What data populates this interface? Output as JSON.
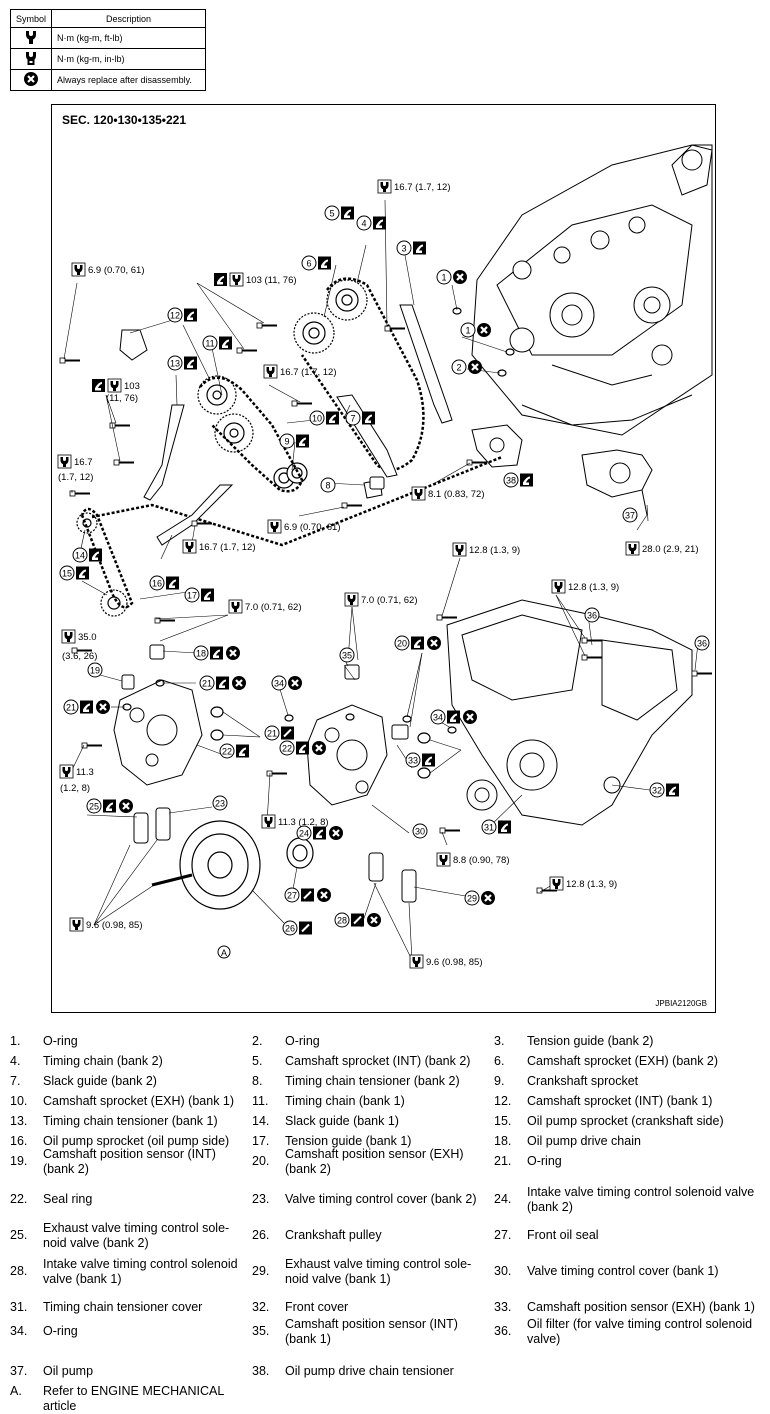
{
  "legend": {
    "header_symbol": "Symbol",
    "header_description": "Description",
    "rows": [
      {
        "icon": "torque-wrench-icon",
        "description": "N·m (kg-m, ft-lb)"
      },
      {
        "icon": "torque-wrench-inlb-icon",
        "description": "N·m (kg-m, in-lb)"
      },
      {
        "icon": "always-replace-icon",
        "description": "Always replace after disassembly."
      }
    ]
  },
  "diagram": {
    "section": "SEC. 120•130•135•221",
    "code": "JPBIA2120GB",
    "callouts": [
      "1",
      "1",
      "2",
      "3",
      "4",
      "5",
      "6",
      "7",
      "8",
      "9",
      "10",
      "11",
      "12",
      "13",
      "14",
      "15",
      "16",
      "17",
      "18",
      "19",
      "20",
      "21",
      "21",
      "21",
      "22",
      "22",
      "23",
      "24",
      "25",
      "26",
      "27",
      "28",
      "29",
      "30",
      "31",
      "32",
      "33",
      "34",
      "34",
      "35",
      "36",
      "36",
      "37",
      "38"
    ],
    "torques": [
      "16.7 (1.7, 12)",
      "6.9 (0.70, 61)",
      "103 (11, 76)",
      "16.7 (1.7, 12)",
      "103",
      "(11, 76)",
      "16.7",
      "(1.7, 12)",
      "8.1 (0.83, 72)",
      "6.9 (0.70, 61)",
      "16.7 (1.7, 12)",
      "28.0 (2.9, 21)",
      "12.8 (1.3, 9)",
      "12.8 (1.3, 9)",
      "7.0 (0.71, 62)",
      "7.0 (0.71, 62)",
      "35.0",
      "(3.6, 26)",
      "11.3",
      "(1.2, 8)",
      "11.3 (1.2, 8)",
      "8.8 (0.90, 78)",
      "12.8 (1.3, 9)",
      "9.6 (0.98, 85)",
      "9.6 (0.98, 85)"
    ],
    "ref_letter": "A"
  },
  "parts": [
    [
      {
        "n": "1.",
        "t": "O-ring"
      },
      {
        "n": "2.",
        "t": "O-ring"
      },
      {
        "n": "3.",
        "t": "Tension guide (bank 2)"
      }
    ],
    [
      {
        "n": "4.",
        "t": "Timing chain (bank 2)"
      },
      {
        "n": "5.",
        "t": "Camshaft sprocket (INT) (bank 2)"
      },
      {
        "n": "6.",
        "t": "Camshaft sprocket (EXH) (bank 2)"
      }
    ],
    [
      {
        "n": "7.",
        "t": "Slack guide (bank 2)"
      },
      {
        "n": "8.",
        "t": "Timing chain tensioner (bank 2)"
      },
      {
        "n": "9.",
        "t": "Crankshaft sprocket"
      }
    ],
    [
      {
        "n": "10.",
        "t": "Camshaft sprocket (EXH) (bank 1)"
      },
      {
        "n": "11.",
        "t": "Timing chain (bank 1)"
      },
      {
        "n": "12.",
        "t": "Camshaft sprocket (INT) (bank 1)"
      }
    ],
    [
      {
        "n": "13.",
        "t": "Timing chain tensioner (bank 1)"
      },
      {
        "n": "14.",
        "t": "Slack guide (bank 1)"
      },
      {
        "n": "15.",
        "t": "Oil pump sprocket (crankshaft side)"
      }
    ],
    [
      {
        "n": "16.",
        "t": "Oil pump sprocket (oil pump side)"
      },
      {
        "n": "17.",
        "t": "Tension guide (bank 1)"
      },
      {
        "n": "18.",
        "t": "Oil pump drive chain"
      }
    ],
    [
      {
        "n": "19.",
        "t": "Camshaft position sensor (INT)\n(bank 2)"
      },
      {
        "n": "20.",
        "t": "Camshaft position sensor (EXH)\n(bank 2)"
      },
      {
        "n": "21.",
        "t": "O-ring"
      }
    ],
    [
      {
        "n": "22.",
        "t": "Seal ring"
      },
      {
        "n": "23.",
        "t": "Valve timing control cover (bank 2)"
      },
      {
        "n": "24.",
        "t": "Intake valve timing control solenoid valve\n(bank 2)"
      }
    ],
    [
      {
        "n": "25.",
        "t": "Exhaust valve timing control sole-\nnoid valve (bank 2)"
      },
      {
        "n": "26.",
        "t": "Crankshaft pulley"
      },
      {
        "n": "27.",
        "t": "Front oil seal"
      }
    ],
    [
      {
        "n": "28.",
        "t": "Intake valve timing control solenoid\nvalve (bank 1)"
      },
      {
        "n": "29.",
        "t": "Exhaust valve timing control sole-\nnoid valve (bank 1)"
      },
      {
        "n": "30.",
        "t": "Valve timing control cover (bank 1)"
      }
    ],
    [
      {
        "n": "31.",
        "t": "Timing chain tensioner cover"
      },
      {
        "n": "32.",
        "t": "Front cover"
      },
      {
        "n": "33.",
        "t": "Camshaft position sensor (EXH) (bank 1)"
      }
    ],
    [
      {
        "n": "34.",
        "t": "O-ring"
      },
      {
        "n": "35.",
        "t": "Camshaft position sensor (INT)\n(bank 1)"
      },
      {
        "n": "36.",
        "t": "Oil filter (for valve timing control solenoid\nvalve)"
      }
    ],
    [
      {
        "n": "37.",
        "t": "Oil pump"
      },
      {
        "n": "38.",
        "t": "Oil pump drive chain tensioner"
      }
    ],
    [
      {
        "n": "A.",
        "t": "Refer to ENGINE MECHANICAL\narticle"
      }
    ]
  ]
}
